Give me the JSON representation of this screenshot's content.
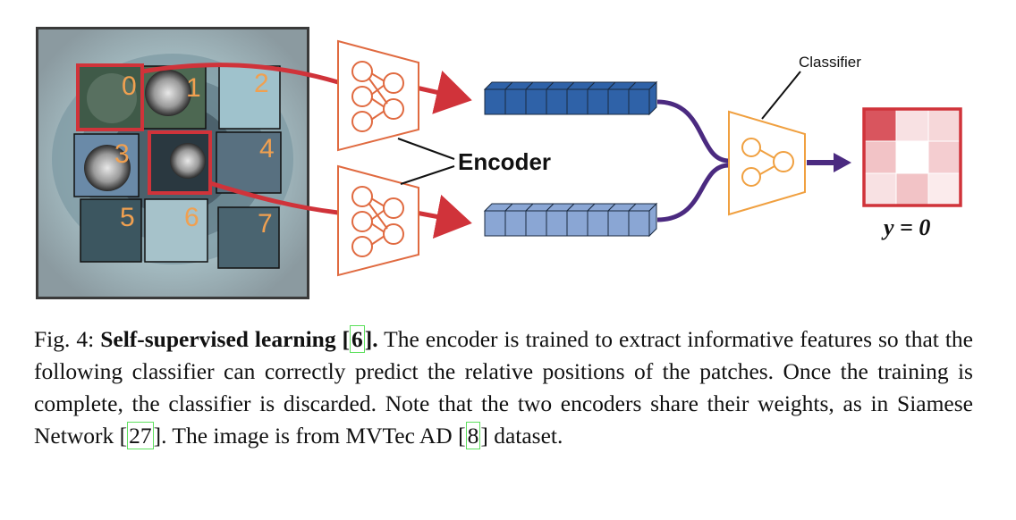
{
  "figure": {
    "patch_numbers": [
      "0",
      "1",
      "2",
      "3",
      "4",
      "5",
      "6",
      "7"
    ],
    "encoder_label": "Encoder",
    "classifier_label": "Classifier",
    "output_label": "y = 0",
    "colors": {
      "encoder": "#e06a40",
      "classifier": "#f0a040",
      "arrow_red": "#d0333a",
      "arrow_purple": "#4b2a80",
      "feature_dark": "#2f62a8",
      "feature_light": "#8aa6d4",
      "patch_number": "#f0a050"
    },
    "matrix_cells": [
      [
        0.85,
        0.15,
        0.2
      ],
      [
        0.3,
        0.0,
        0.25
      ],
      [
        0.15,
        0.3,
        0.1
      ]
    ]
  },
  "caption": {
    "fig_label": "Fig. 4:",
    "title_bold": "Self-supervised learning [",
    "ref1": "6",
    "title_bold_end": "].",
    "text1": " The encoder is trained to extract informative features so that the following classifier can correctly predict the relative positions of the patches. Once the training is complete, the classifier is discarded. Note that the two encoders share their weights, as in Siamese Network [",
    "ref2": "27",
    "text2": "]. The image is from MVTec AD [",
    "ref3": "8",
    "text3": "] dataset."
  }
}
